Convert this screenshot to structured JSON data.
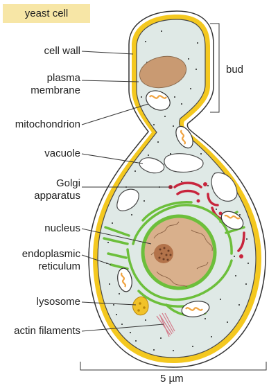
{
  "title": "yeast cell",
  "labels": {
    "cell_wall": "cell wall",
    "plasma_membrane_1": "plasma",
    "plasma_membrane_2": "membrane",
    "mitochondrion": "mitochondrion",
    "vacuole": "vacuole",
    "golgi_1": "Golgi",
    "golgi_2": "apparatus",
    "nucleus": "nucleus",
    "er_1": "endoplasmic",
    "er_2": "reticulum",
    "lysosome": "lysosome",
    "actin": "actin filaments",
    "bud": "bud"
  },
  "scale_bar": "5 µm",
  "colors": {
    "title_bg": "#f7e6a6",
    "cell_wall": "#f4c81f",
    "cytoplasm": "#dfe9e6",
    "nucleus": "#d9b08c",
    "er": "#6cbf3b",
    "golgi": "#c8243c",
    "mitochondrion": "#f0a340",
    "lysosome": "#f1c229"
  }
}
